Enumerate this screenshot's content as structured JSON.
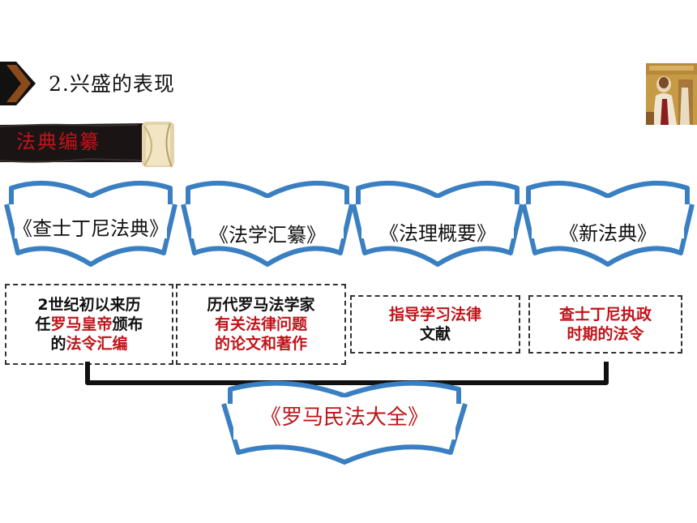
{
  "heading": {
    "number": "2.",
    "text": "兴盛的表现"
  },
  "banner": {
    "label": "法典编纂"
  },
  "books": [
    {
      "title": "《查士丁尼法典》"
    },
    {
      "title": "《法学汇纂》"
    },
    {
      "title": "《法理概要》"
    },
    {
      "title": "《新法典》"
    }
  ],
  "descriptions": [
    {
      "segments": [
        "2世纪初以来历",
        "任",
        "罗马皇帝",
        "颁布",
        "的",
        "法令汇编"
      ]
    },
    {
      "segments": [
        "历代罗马法学家",
        "有关法律问题",
        "的论文和著作"
      ]
    },
    {
      "segments": [
        "指导学习法律",
        "文献"
      ]
    },
    {
      "segments": [
        "查士丁尼执政",
        "时期的法令"
      ]
    }
  ],
  "result": {
    "title": "《罗马民法大全》"
  },
  "colors": {
    "book_stroke": "#3a7fc1",
    "accent_red": "#c0141a",
    "chevron_dark": "#111111",
    "chevron_brown": "#8a4a1c"
  },
  "icons": {
    "emperor_image": "emperor-mosaic-image"
  }
}
